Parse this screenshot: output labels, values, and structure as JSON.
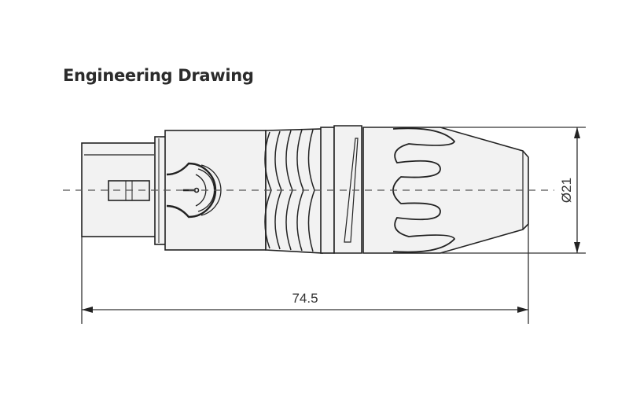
{
  "title": "Engineering Drawing",
  "dimensions": {
    "length": "74.5",
    "diameter": "Ø21"
  },
  "colors": {
    "line": "#222222",
    "fill": "#f2f2f2"
  }
}
